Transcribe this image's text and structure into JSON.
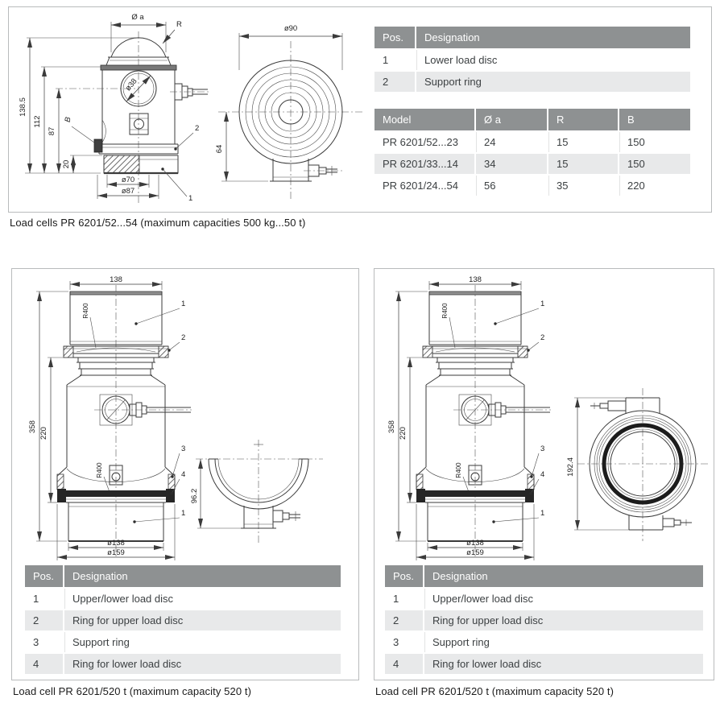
{
  "top_panel": {
    "caption": "Load cells PR 6201/52...54 (maximum capacities 500 kg...50 t)",
    "front_view": {
      "dia_a": "Ø a",
      "radius": "R",
      "dia38": "ø38",
      "h1385": "138.5",
      "h112": "112",
      "h87": "87",
      "dim_b": "B",
      "h20": "20",
      "dia70": "ø70",
      "dia87": "ø87",
      "pos1": "1",
      "pos2": "2"
    },
    "top_view": {
      "dia90": "ø90",
      "h64": "64"
    },
    "pos_table": {
      "headers": [
        "Pos.",
        "Designation"
      ],
      "rows": [
        [
          "1",
          "Lower load disc"
        ],
        [
          "2",
          "Support ring"
        ]
      ]
    },
    "model_table": {
      "headers": [
        "Model",
        "Ø a",
        "R",
        "B"
      ],
      "rows": [
        [
          "PR 6201/52...23",
          "24",
          "15",
          "150"
        ],
        [
          "PR 6201/33...14",
          "34",
          "15",
          "150"
        ],
        [
          "PR 6201/24...54",
          "56",
          "35",
          "220"
        ]
      ]
    }
  },
  "bottom_left_panel": {
    "caption": "Load cell PR 6201/520 t (maximum capacity 520 t)",
    "front_view": {
      "w138": "138",
      "r400": "R400",
      "h358": "358",
      "h220": "220",
      "dia138": "ø138",
      "dia159": "ø159",
      "pos1": "1",
      "pos2": "2",
      "pos3": "3",
      "pos4": "4"
    },
    "section_view": {
      "h962": "96.2"
    },
    "pos_table": {
      "headers": [
        "Pos.",
        "Designation"
      ],
      "rows": [
        [
          "1",
          "Upper/lower load disc"
        ],
        [
          "2",
          "Ring for upper load disc"
        ],
        [
          "3",
          "Support ring"
        ],
        [
          "4",
          "Ring for lower load disc"
        ]
      ]
    }
  },
  "bottom_right_panel": {
    "caption": "Load cell PR 6201/520 t (maximum capacity 520 t)",
    "front_view": {
      "w138": "138",
      "r400": "R400",
      "h358": "358",
      "h220": "220",
      "dia138": "ø138",
      "dia159": "ø159",
      "pos1": "1",
      "pos2": "2",
      "pos3": "3",
      "pos4": "4"
    },
    "side_view": {
      "h1924": "192.4"
    },
    "pos_table": {
      "headers": [
        "Pos.",
        "Designation"
      ],
      "rows": [
        [
          "1",
          "Upper/lower load disc"
        ],
        [
          "2",
          "Ring for upper load disc"
        ],
        [
          "3",
          "Support ring"
        ],
        [
          "4",
          "Ring for lower load disc"
        ]
      ]
    }
  }
}
